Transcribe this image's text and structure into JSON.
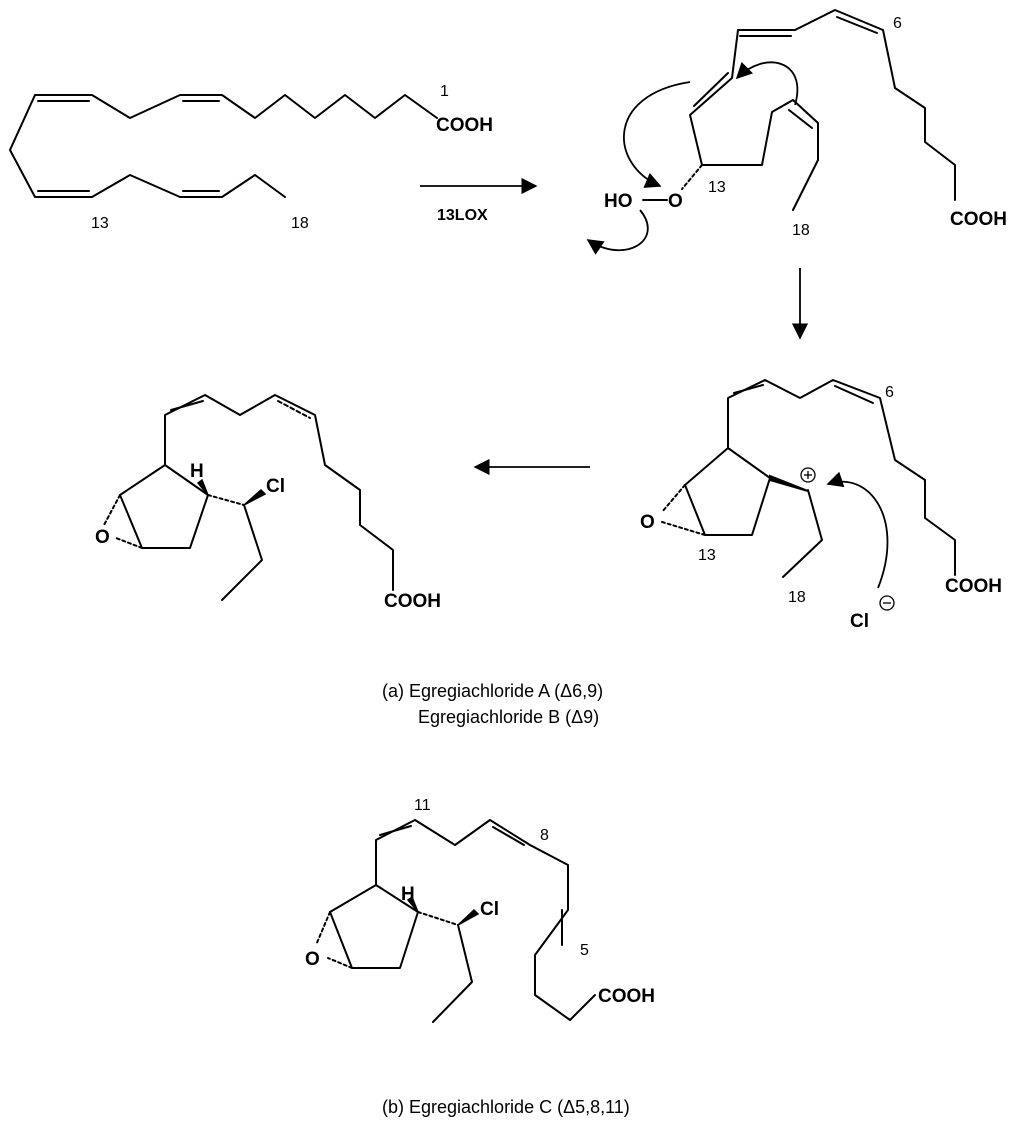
{
  "step1": {
    "enzyme": "13LOX"
  },
  "start": {
    "c1": "1",
    "c13": "13",
    "c18": "18",
    "acid": "COOH"
  },
  "hydroperoxide": {
    "c6": "6",
    "c13": "13",
    "c18": "18",
    "ho": "HO",
    "o": "O",
    "acid": "COOH"
  },
  "cation": {
    "c6": "6",
    "c13": "13",
    "c18": "18",
    "oxygen": "O",
    "chloride": "Cl",
    "acid": "COOH"
  },
  "product_a": {
    "h": "H",
    "cl": "Cl",
    "oxygen": "O",
    "acid": "COOH"
  },
  "caption_a": {
    "line1": "(a)  Egregiachloride A (Δ6,9)",
    "line2": "Egregiachloride B (Δ9)"
  },
  "product_c": {
    "c11": "11",
    "c8": "8",
    "c5": "5",
    "h": "H",
    "cl": "Cl",
    "oxygen": "O",
    "acid": "COOH"
  },
  "caption_b": {
    "line1": "(b)  Egregiachloride C (Δ5,8,11)"
  },
  "colors": {
    "ink": "#000000",
    "background": "#ffffff"
  }
}
